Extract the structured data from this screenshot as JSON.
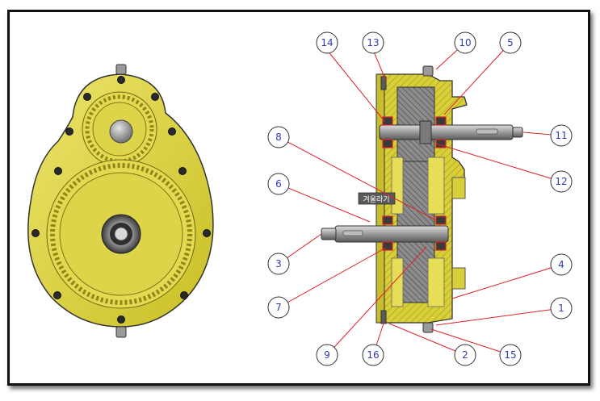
{
  "colors": {
    "housing": "#d8cf39",
    "housing_dark": "#a79f1c",
    "steel": "#8a8a8a",
    "leader": "#e0202a",
    "callout_text": "#2f3bb4",
    "section_hatch": "#5a5a5a"
  },
  "tooltip": {
    "label": "겨울라기"
  },
  "callouts": [
    {
      "id": "14",
      "label": "14"
    },
    {
      "id": "13",
      "label": "13"
    },
    {
      "id": "10",
      "label": "10"
    },
    {
      "id": "5",
      "label": "5"
    },
    {
      "id": "8",
      "label": "8"
    },
    {
      "id": "11",
      "label": "11"
    },
    {
      "id": "12",
      "label": "12"
    },
    {
      "id": "6",
      "label": "6"
    },
    {
      "id": "3",
      "label": "3"
    },
    {
      "id": "4",
      "label": "4"
    },
    {
      "id": "7",
      "label": "7"
    },
    {
      "id": "1",
      "label": "1"
    },
    {
      "id": "9",
      "label": "9"
    },
    {
      "id": "16",
      "label": "16"
    },
    {
      "id": "2",
      "label": "2"
    },
    {
      "id": "15",
      "label": "15"
    }
  ]
}
